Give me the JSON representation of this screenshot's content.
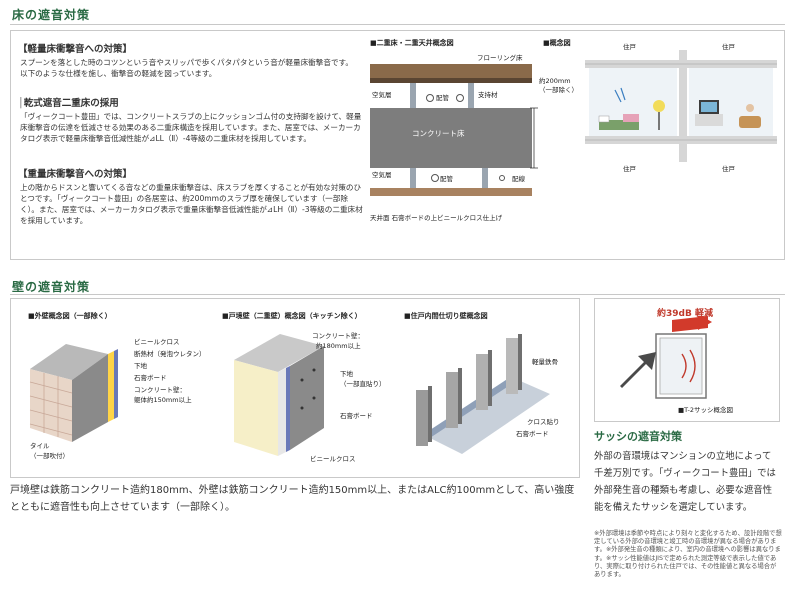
{
  "floor": {
    "section_title": "床の遮音対策",
    "light_heading": "【軽量床衝撃音への対策】",
    "light_text": "スプーンを落とした時のコツンという音やスリッパで歩くパタパタという音が軽量床衝撃音です。以下のような仕様を施し、衝撃音の軽減を図っています。",
    "dry_heading": "乾式遮音二重床の採用",
    "dry_text": "「ヴィークコート豊田」では、コンクリートスラブの上にクッションゴム付の支持脚を設けて、軽量床衝撃音の伝達を低減させる効果のある二重床構造を採用しています。また、居室では、メーカーカタログ表示で軽量床衝撃音低減性能が⊿LL（Ⅱ）-4等級の二重床材を採用しています。",
    "heavy_heading": "【重量床衝撃音への対策】",
    "heavy_text": "上の階からドスンと響いてくる音などの重量床衝撃音は、床スラブを厚くすることが有効な対策のひとつです。「ヴィークコート豊田」の各居室は、約200mmのスラブ厚を確保しています（一部除く）。また、居室では、メーカーカタログ表示で重量床衝撃音低減性能が⊿LH（Ⅱ）-3等級の二重床材を採用しています。",
    "diagram1": {
      "title": "■二重床・二重天井概念図",
      "flooring": "フローリング床",
      "air_layer_top": "空気層",
      "piping": "配管",
      "support": "支持材",
      "concrete": "コンクリート床",
      "thickness": "約200mm",
      "thickness_note": "（一部除く）",
      "air_layer_bottom": "空気層",
      "piping_bottom": "配管",
      "wiring": "配線",
      "ceiling": "天井面 石膏ボードの上ビニールクロス仕上げ"
    },
    "diagram2": {
      "title": "■概念図",
      "unit_top_left": "住戸",
      "unit_top_right": "住戸",
      "unit_bottom_left": "住戸",
      "unit_bottom_right": "住戸"
    }
  },
  "wall": {
    "section_title": "壁の遮音対策",
    "d1": {
      "title": "■外壁概念図（一部除く）",
      "vinyl": "ビニールクロス",
      "insulation": "断熱材（発泡ウレタン）",
      "base": "下地",
      "gypsum": "石膏ボード",
      "concrete": "コンクリート壁：",
      "concrete2": "躯体約150mm以上",
      "tile": "タイル",
      "tile_note": "（一部吹付）"
    },
    "d2": {
      "title": "■戸境壁（二重壁）概念図（キッチン除く）",
      "concrete": "コンクリート壁：",
      "concrete2": "約180mm以上",
      "base": "下地",
      "base_note": "（一部直貼り）",
      "gypsum": "石膏ボード",
      "vinyl": "ビニールクロス"
    },
    "d3": {
      "title": "■住戸内間仕切り壁概念図",
      "steel": "軽量鉄骨",
      "cloth": "クロス貼り",
      "gypsum": "石膏ボード"
    },
    "bottom_text": "戸境壁は鉄筋コンクリート造約180mm、外壁は鉄筋コンクリート造約150mm以上、またはALC約100mmとして、高い強度とともに遮音性も向上させています（一部除く）。"
  },
  "sash": {
    "reduction": "約39dB 軽減",
    "caption": "■T-2サッシ概念図",
    "heading": "サッシの遮音対策",
    "text": "外部の音環境はマンションの立地によって千差万別です。「ヴィークコート豊田」では外部発生音の種類も考慮し、必要な遮音性能を備えたサッシを選定しています。",
    "note": "※外部環境は季節や時点により刻々と変化するため、設計段階で想定している外部の音環境と竣工時の音環境が異なる場合があります。※外部発生音の種類により、室内の音環境への影響は異なります。※サッシ性能値はJISで定められた測定等級で表示した値であり、実際に取り付けられた住戸では、その性能値と異なる場合があります。"
  },
  "colors": {
    "accent": "#2a6a44",
    "concrete": "#7d7d7d",
    "wood": "#8a6a4a",
    "red": "#c0392b"
  }
}
